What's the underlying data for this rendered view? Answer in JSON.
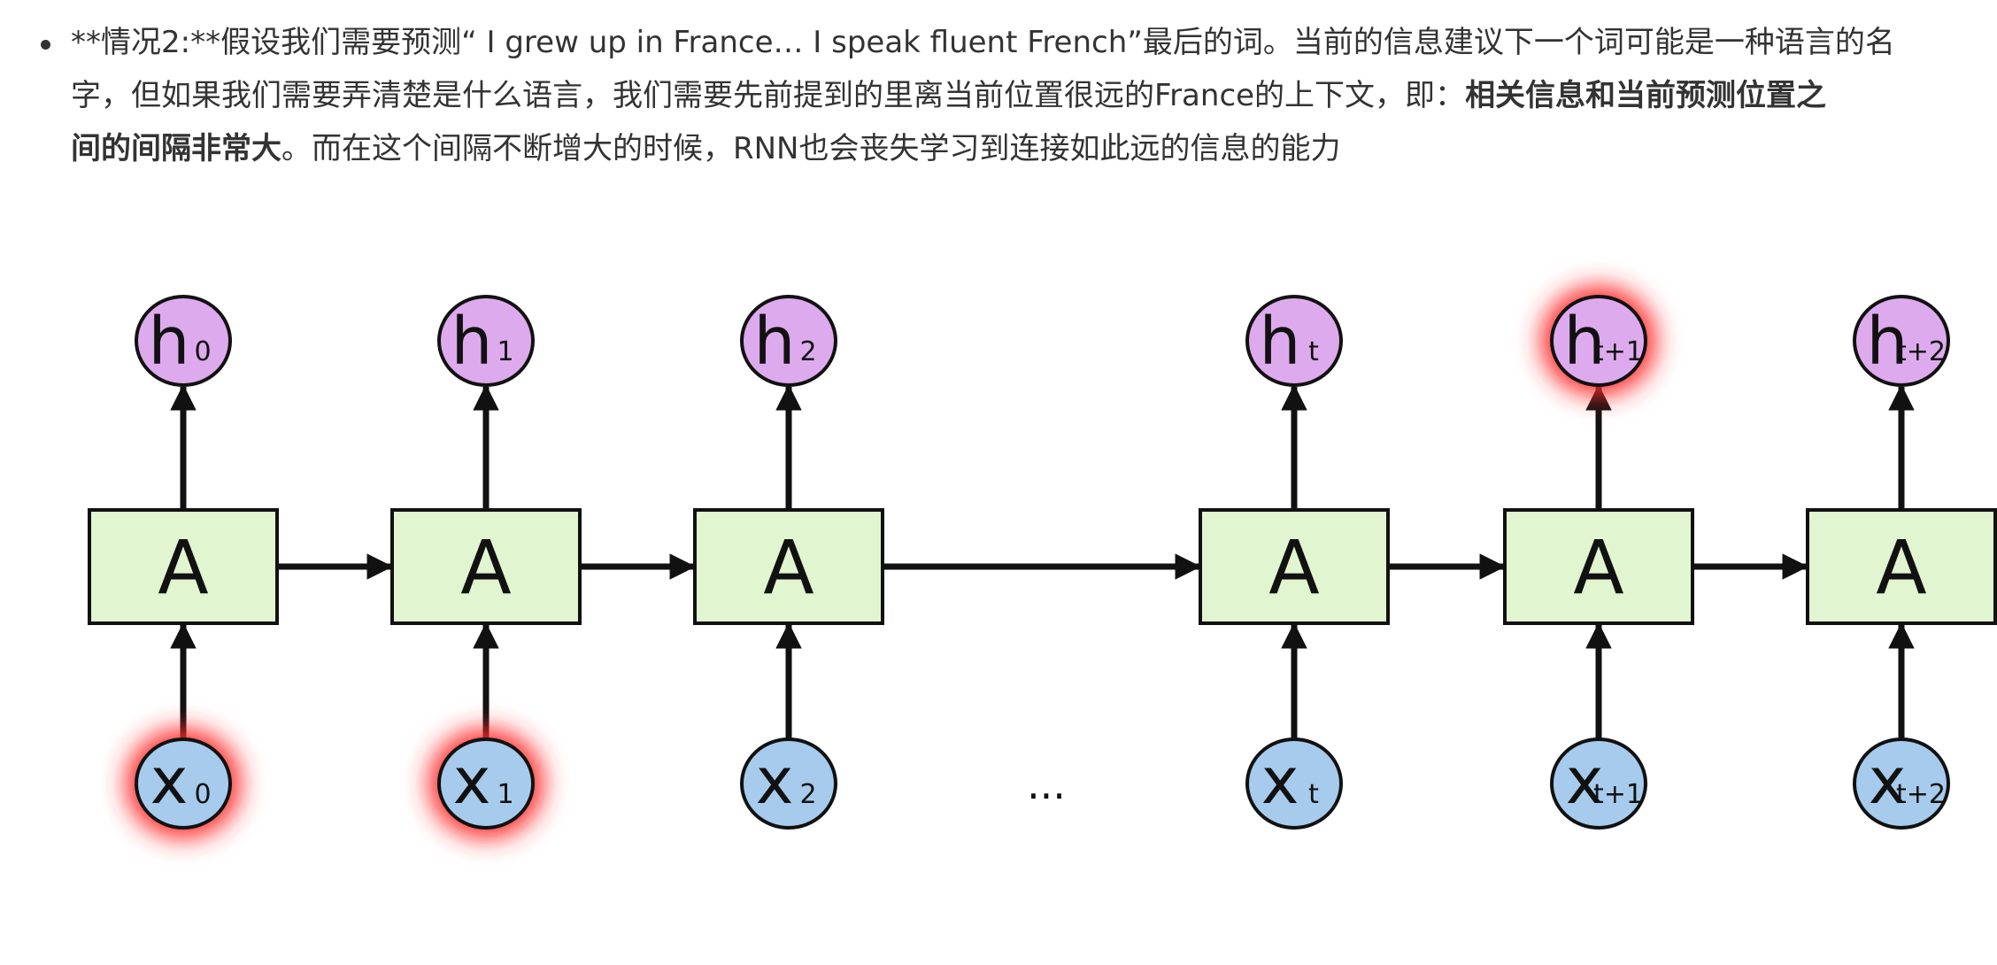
{
  "paragraph": {
    "line1": "**情况2:**假设我们需要预测“ I grew up in France… I speak fluent French”最后的词。当前的信息建议下一个词可能是一种语言的名",
    "line2_plain": "字，但如果我们需要弄清楚是什么语言，我们需要先前提到的里离当前位置很远的France的上下文，即：",
    "line2_bold": "相关信息和当前预测位置之",
    "line3_bold": "间的间隔非常大",
    "line3_plain": "。而在这个间隔不断增大的时候，RNN也会丧失学习到连接如此远的信息的能力"
  },
  "diagram": {
    "ellipsis": "...",
    "cell_label": "A",
    "colors": {
      "cell_fill": "#e0f5d0",
      "output_fill": "#deaaee",
      "input_fill": "#a7cbec",
      "stroke": "#111111",
      "highlight": "#ff2a2a"
    },
    "steps": [
      {
        "id": "0",
        "hidden_sub": "0",
        "input_sub": "0",
        "hidden_highlighted": false,
        "input_highlighted": true
      },
      {
        "id": "1",
        "hidden_sub": "1",
        "input_sub": "1",
        "hidden_highlighted": false,
        "input_highlighted": true
      },
      {
        "id": "2",
        "hidden_sub": "2",
        "input_sub": "2",
        "hidden_highlighted": false,
        "input_highlighted": false
      },
      {
        "id": "t",
        "hidden_sub": "t",
        "input_sub": "t",
        "hidden_highlighted": false,
        "input_highlighted": false
      },
      {
        "id": "t1",
        "hidden_sub": "t+1",
        "input_sub": "t+1",
        "hidden_highlighted": true,
        "input_highlighted": false
      },
      {
        "id": "t2",
        "hidden_sub": "t+2",
        "input_sub": "t+2",
        "hidden_highlighted": false,
        "input_highlighted": false
      }
    ],
    "hidden_letter": "h",
    "input_letter": "x"
  }
}
